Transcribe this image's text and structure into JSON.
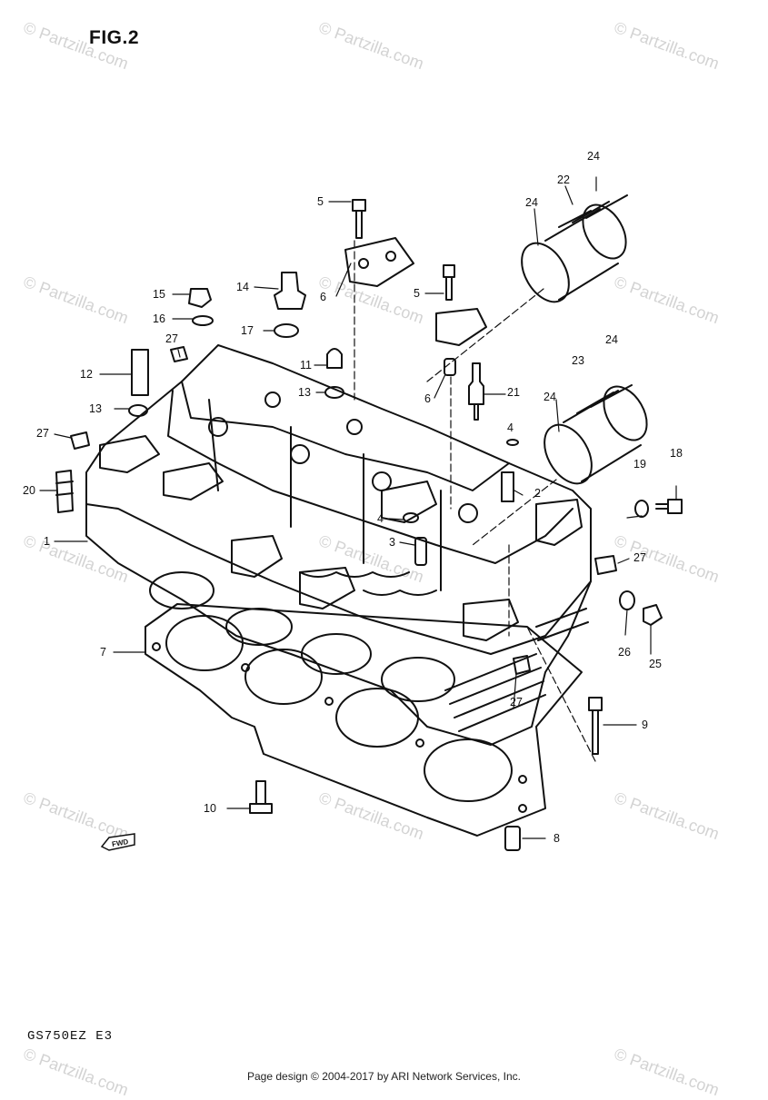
{
  "figure": {
    "title": "FIG.2",
    "model_code": "GS750EZ  E3"
  },
  "watermark": {
    "text": "© Partzilla.com"
  },
  "fwd_label": "FWD",
  "footer": {
    "text": "Page design © 2004-2017 by ARI Network Services, Inc."
  },
  "callouts": [
    "1",
    "2",
    "3",
    "4",
    "4",
    "5",
    "5",
    "6",
    "6",
    "7",
    "8",
    "9",
    "10",
    "11",
    "12",
    "13",
    "13",
    "14",
    "15",
    "16",
    "17",
    "18",
    "19",
    "20",
    "21",
    "22",
    "23",
    "24",
    "24",
    "24",
    "24",
    "25",
    "26",
    "27",
    "27",
    "27",
    "27"
  ]
}
